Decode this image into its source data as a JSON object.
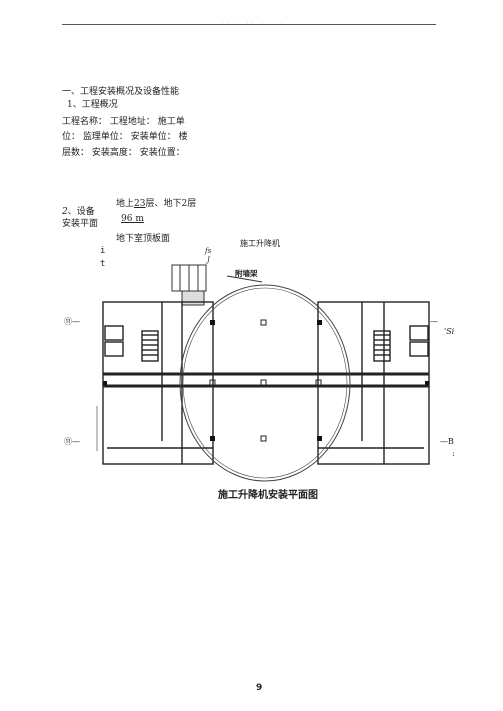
{
  "header": {
    "faint_text": "·· · ·· · · ·"
  },
  "section": {
    "heading": "一、工程安装概况及设备性能",
    "sub_heading": "1、工程概况",
    "info_line1": "工程名称：  工程地址：  施工单",
    "info_line2": "位：  监理单位：  安装单位：  楼",
    "info_line3": "层数：  安装高度：  安装位置："
  },
  "floors": {
    "prefix": "地上",
    "above": "23",
    "middle": "层、地下",
    "below": "2",
    "suffix": "层"
  },
  "height": {
    "value": "96 m"
  },
  "device_label_1": "2",
  "device_label_2": "、设备",
  "device_label_3": "安装平面",
  "basement_label": "地下室顶板面",
  "hoist_label": "施工升降机",
  "stray_1": "i",
  "stray_2": "t",
  "stray_3": "fs",
  "stray_4": "J",
  "drawing": {
    "wall_tie_label": "附墙架",
    "axis_top_left": "⑪—",
    "axis_bottom_left": "⑪—",
    "axis_top_right": "—",
    "axis_right_mark": "'Si",
    "axis_bottom_right": "—B",
    "axis_bottom_right_2": ":"
  },
  "caption": "施工升降机安装平面图",
  "page_number": "9",
  "colors": {
    "ink": "#222222",
    "faint": "#c0c0c0"
  }
}
